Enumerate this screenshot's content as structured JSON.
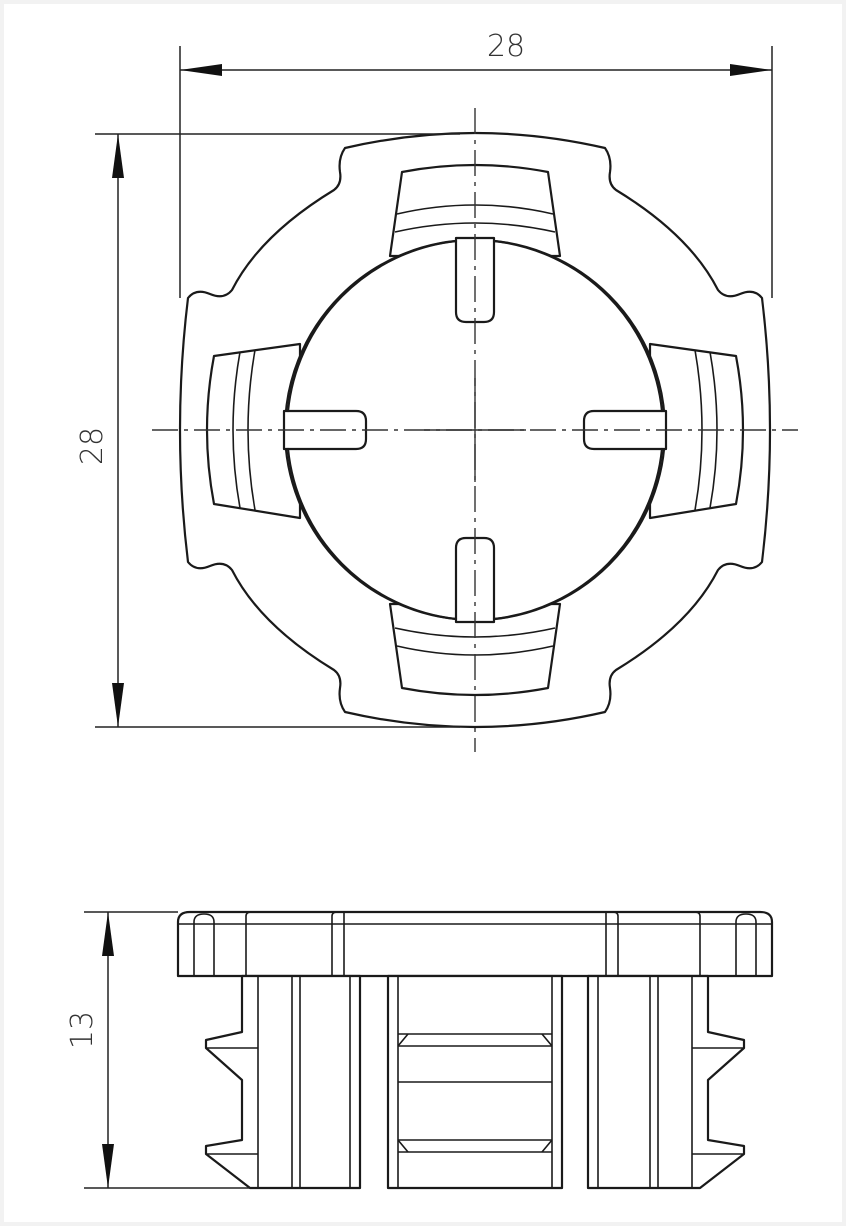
{
  "drawing": {
    "top_view": {
      "width_dimension": "28",
      "height_dimension": "28"
    },
    "side_view": {
      "height_dimension": "13"
    }
  }
}
